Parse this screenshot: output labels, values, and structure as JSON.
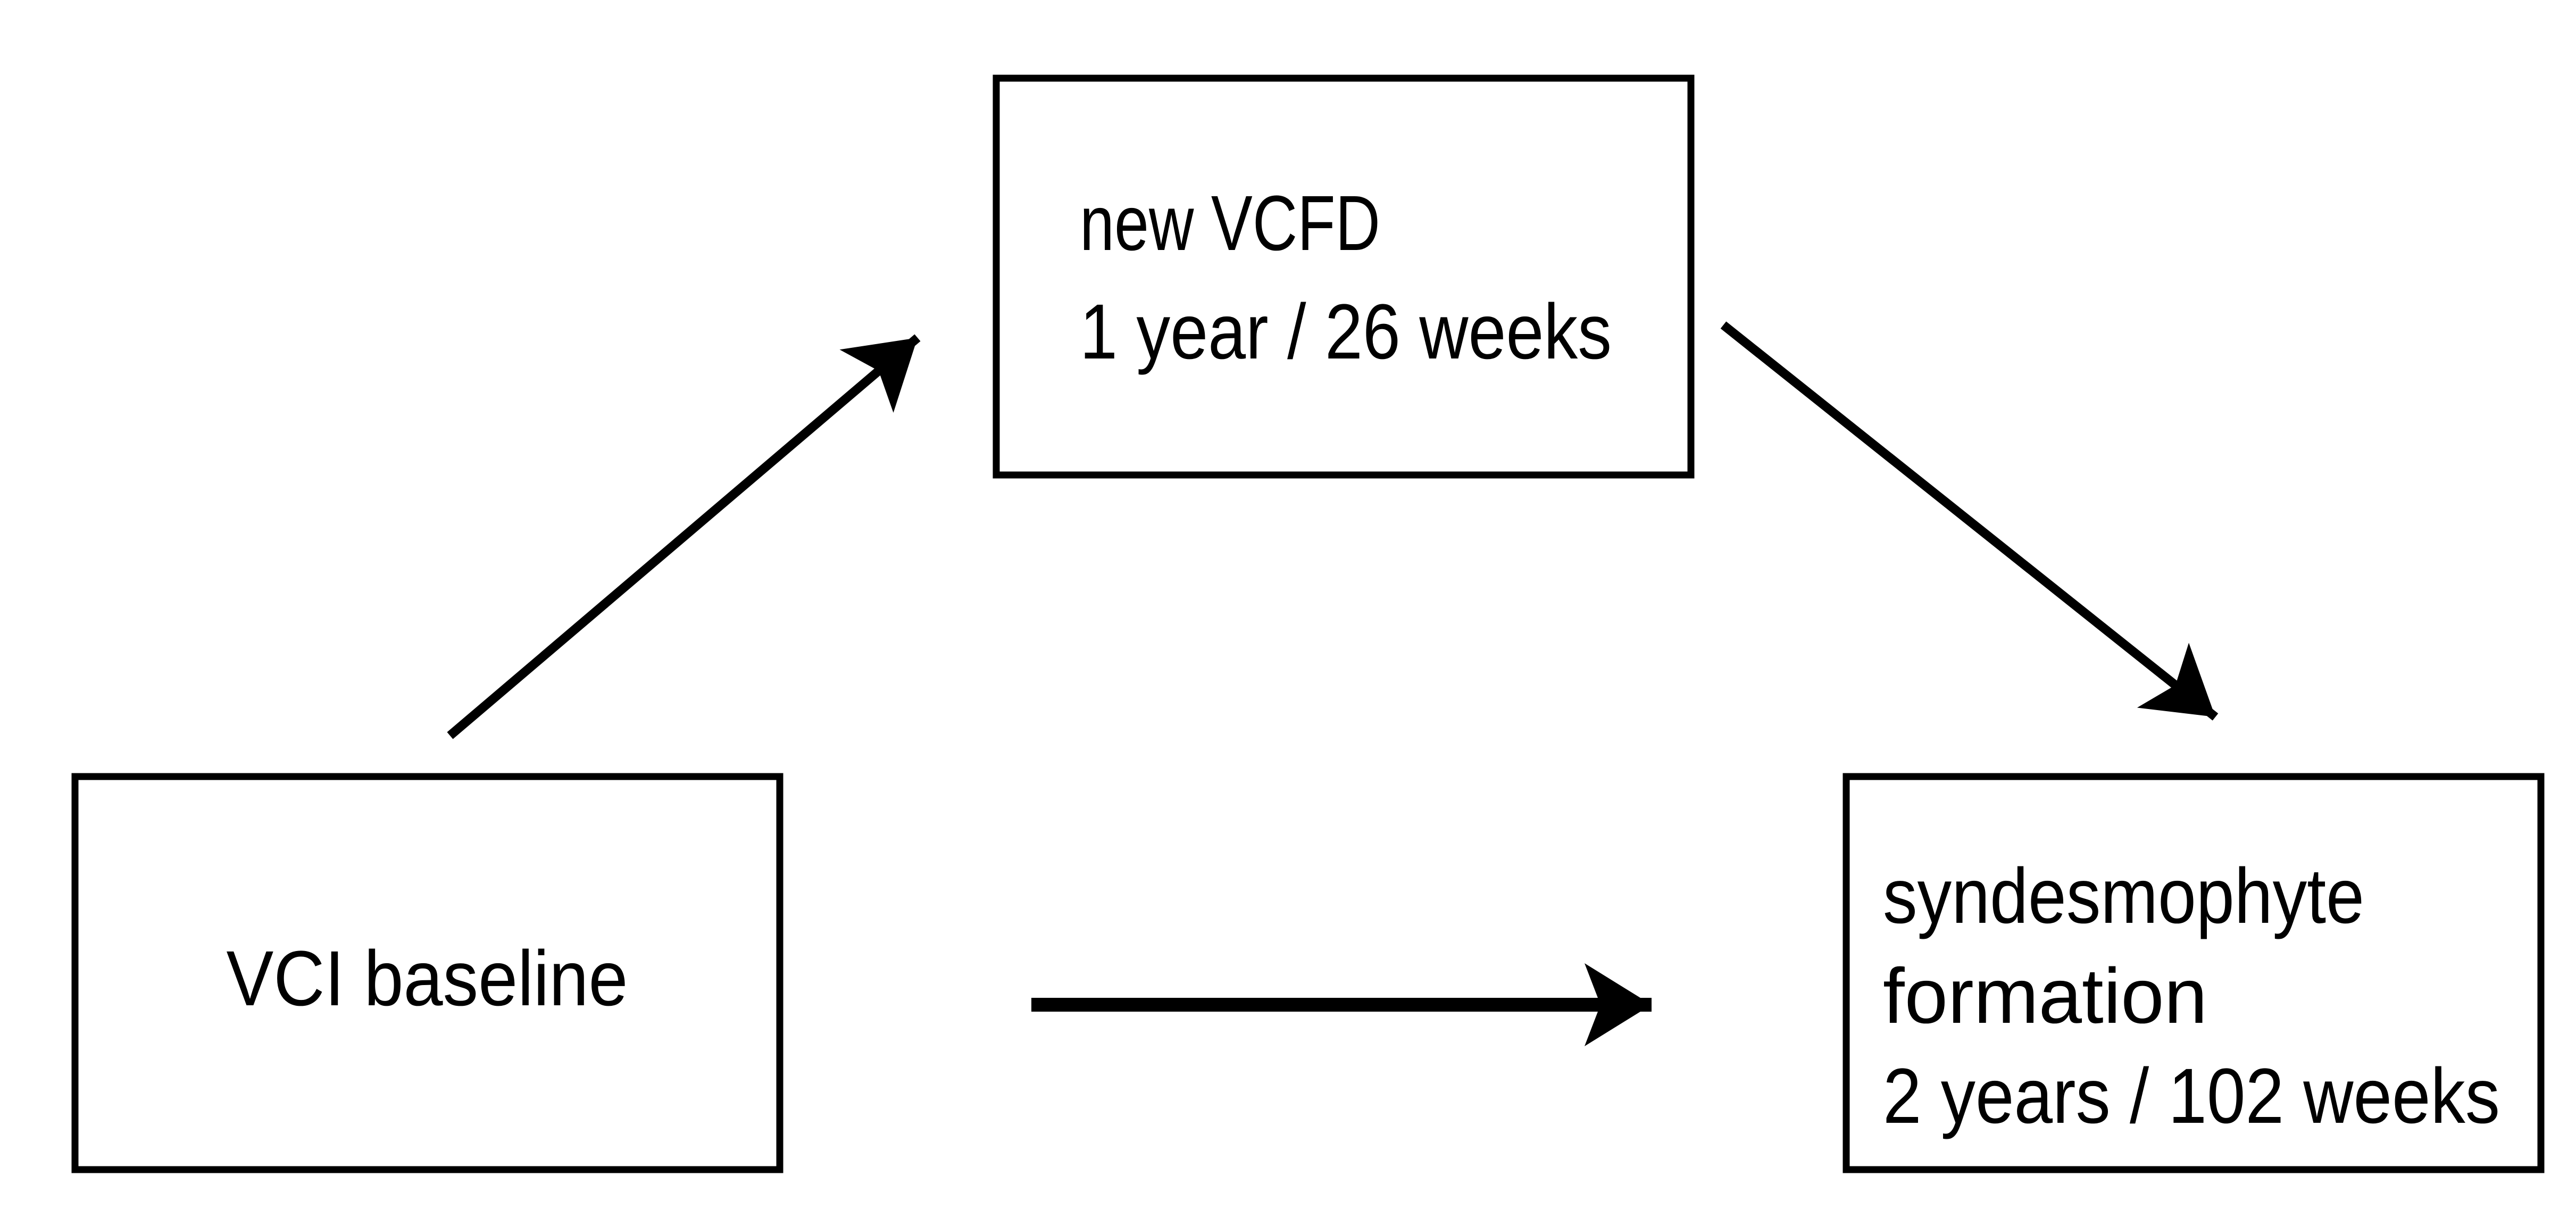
{
  "diagram": {
    "background_color": "#ffffff",
    "line_color": "#000000",
    "nodes": [
      {
        "id": "vci-baseline",
        "lines": [
          "VCI baseline"
        ]
      },
      {
        "id": "new-vcfd",
        "lines": [
          "new VCFD",
          "1 year / 26 weeks"
        ]
      },
      {
        "id": "syndesmophyte-formation",
        "lines": [
          "syndesmophyte",
          "formation",
          "2 years / 102 weeks"
        ]
      }
    ],
    "edges": [
      {
        "from": "vci-baseline",
        "to": "new-vcfd"
      },
      {
        "from": "new-vcfd",
        "to": "syndesmophyte-formation"
      },
      {
        "from": "vci-baseline",
        "to": "syndesmophyte-formation"
      }
    ]
  }
}
